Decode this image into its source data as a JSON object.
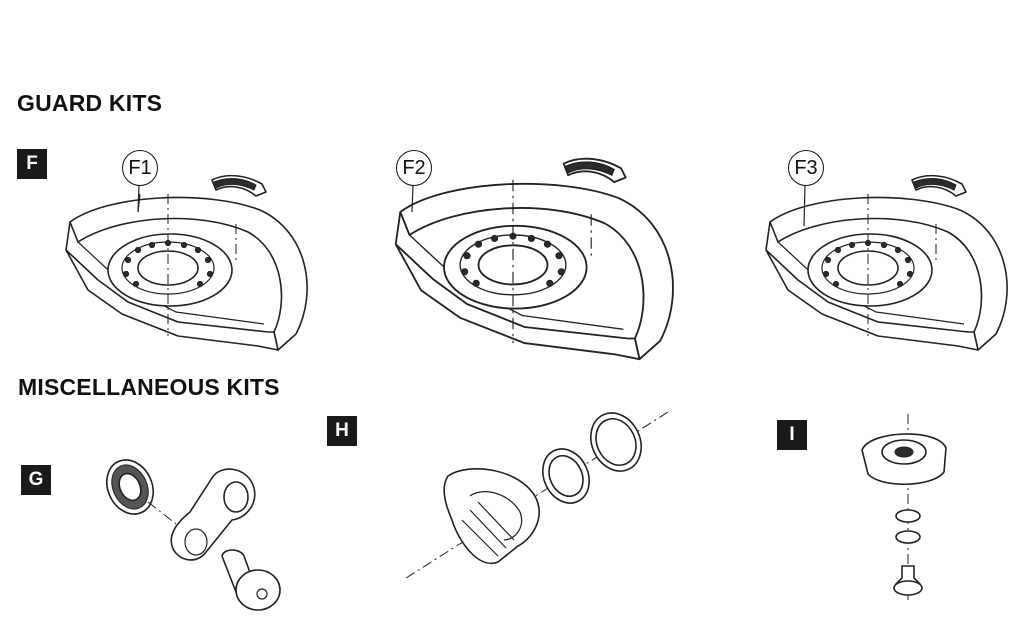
{
  "sections": {
    "guard_kits": "GUARD KITS",
    "misc_kits": "MISCELLANEOUS KITS"
  },
  "badges": {
    "f": "F",
    "g": "G",
    "h": "H",
    "i": "I"
  },
  "callouts": {
    "f1": "F1",
    "f2": "F2",
    "f3": "F3"
  }
}
